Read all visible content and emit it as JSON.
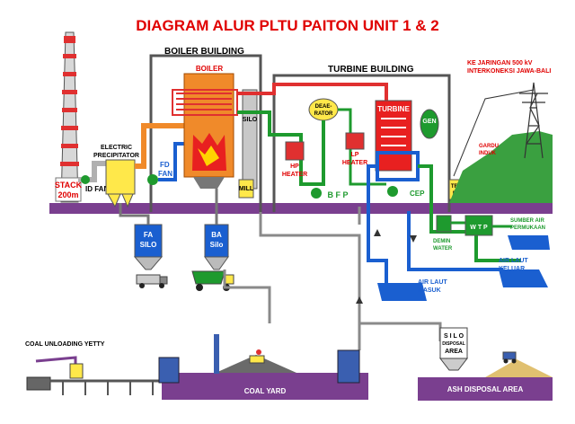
{
  "title": "DIAGRAM ALUR PLTU PAITON UNIT 1 & 2",
  "colors": {
    "title": "#e00000",
    "steam": "#e03030",
    "water": "#1e9a2e",
    "cooling": "#1a5fd0",
    "gas": "#4a4a4a",
    "ground": "#7a3f8f",
    "boiler": "#f08a2a",
    "hill": "#3aa040"
  },
  "buildings": {
    "boiler": "BOILER BUILDING",
    "turbine": "TURBINE BUILDING"
  },
  "labels": {
    "boiler": "BOILER",
    "stack_top": "STACK",
    "stack_bottom": "200m",
    "esp_line1": "ELECTRIC",
    "esp_line2": "PRECIPITATOR",
    "id_fan": "ID FAN",
    "fd_fan_line1": "FD",
    "fd_fan_line2": "FAN",
    "silo_col": "SILO",
    "mill": "MILL",
    "deaerator_line1": "DEAE-",
    "deaerator_line2": "RATOR",
    "hp_heater_line1": "HP",
    "hp_heater_line2": "HEATER",
    "lp_heater_line1": "LP",
    "lp_heater_line2": "HEATER",
    "bfp": "B F P",
    "turbine": "TURBINE",
    "gen": "GEN",
    "cep": "CEP",
    "trafo_line1": "TRA",
    "trafo_line2": "FO",
    "grid_line1": "KE JARINGAN 500 kV",
    "grid_line2": "INTERKONEKSI JAWA-BALI",
    "gardu_line1": "GARDU",
    "gardu_line2": "INDUK",
    "fa_silo_line1": "FA",
    "fa_silo_line2": "SILO",
    "ba_silo_line1": "BA",
    "ba_silo_line2": "Silo",
    "demin_line1": "DEMIN",
    "demin_line2": "WATER",
    "wtp": "W T P",
    "sumber_line1": "SUMBER AIR",
    "sumber_line2": "PERMUKAAN",
    "air_keluar_line1": "AIR LAUT",
    "air_keluar_line2": "KELUAR",
    "air_masuk_line1": "AIR LAUT",
    "air_masuk_line2": "MASUK",
    "coal_jetty": "COAL UNLOADING YETTY",
    "coal_yard": "COAL YARD",
    "ash_area": "ASH DISPOSAL AREA",
    "silo_disposal_line1": "S I L O",
    "silo_disposal_line2": "DISPOSAL",
    "silo_disposal_line3": "AREA"
  }
}
